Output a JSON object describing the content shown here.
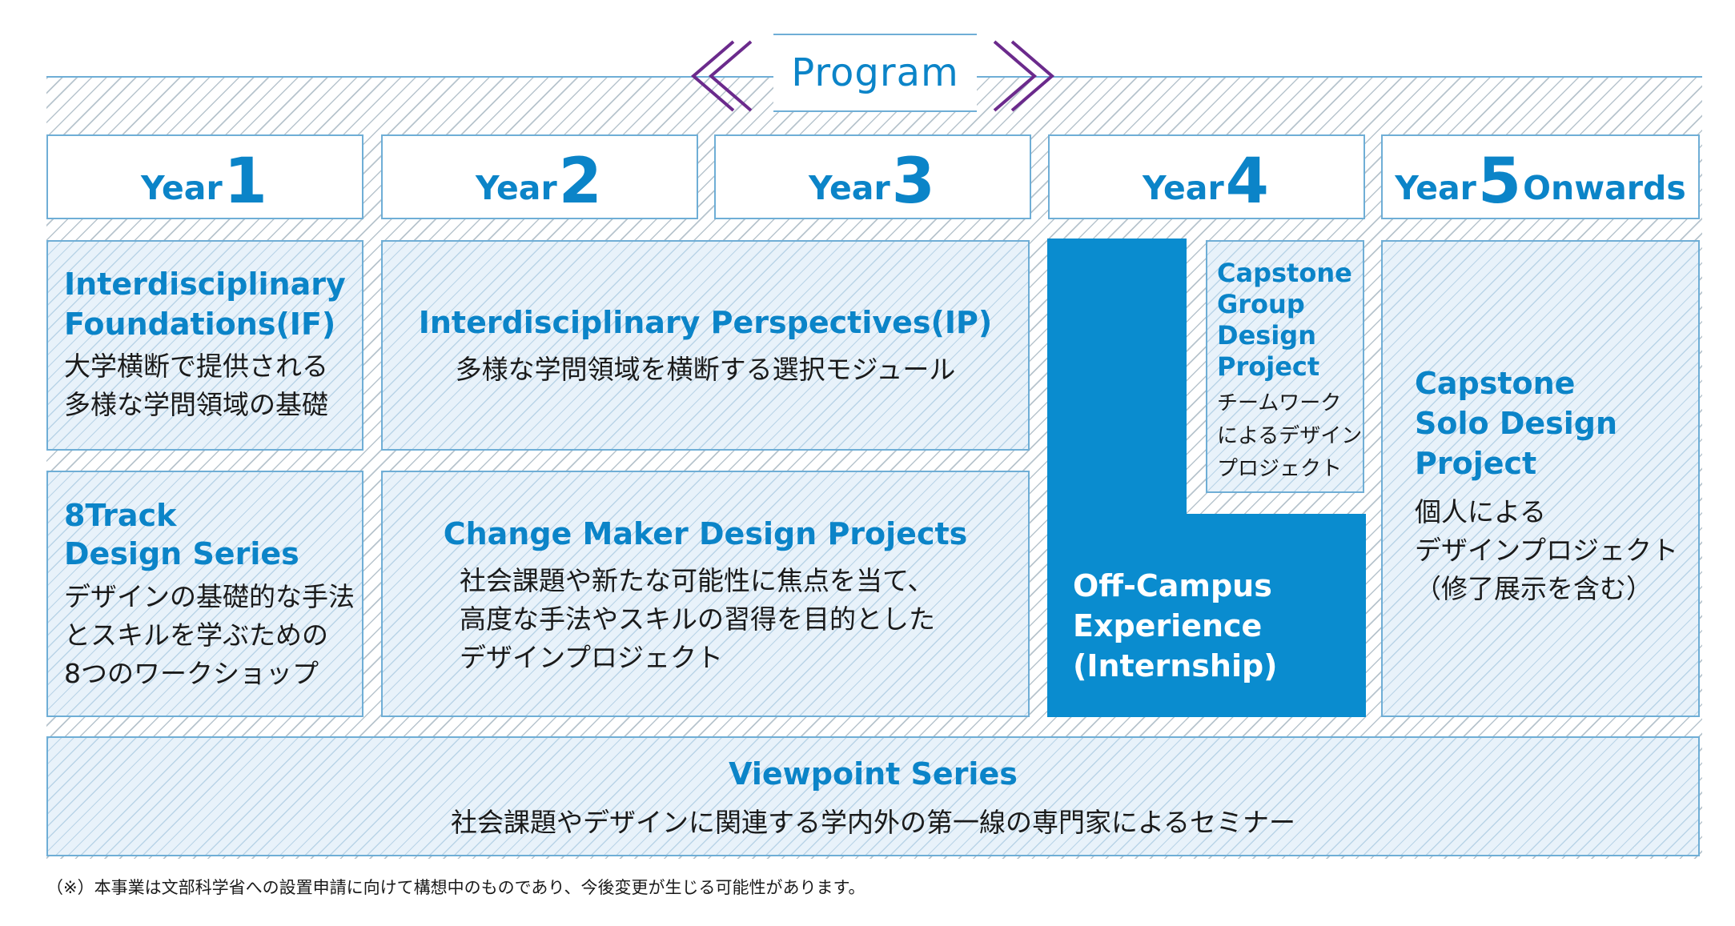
{
  "header": {
    "title": "Program"
  },
  "years": [
    {
      "word": "Year",
      "num": "1",
      "suffix": ""
    },
    {
      "word": "Year",
      "num": "2",
      "suffix": ""
    },
    {
      "word": "Year",
      "num": "3",
      "suffix": ""
    },
    {
      "word": "Year",
      "num": "4",
      "suffix": ""
    },
    {
      "word": "Year",
      "num": "5",
      "suffix": "Onwards"
    }
  ],
  "modules": {
    "if": {
      "title": "Interdisciplinary\nFoundations(IF)",
      "desc": "大学横断で提供される\n多様な学問領域の基礎"
    },
    "ip": {
      "title": "Interdisciplinary Perspectives(IP)",
      "desc": "多様な学問領域を横断する選択モジュール"
    },
    "track": {
      "title": "8Track\nDesign Series",
      "desc": "デザインの基礎的な手法\nとスキルを学ぶための\n8つのワークショップ"
    },
    "cmdp": {
      "title": "Change Maker Design Projects",
      "desc": "社会課題や新たな可能性に焦点を当て、\n高度な手法やスキルの習得を目的とした\nデザインプロジェクト"
    },
    "capstone_group": {
      "title": "Capstone\nGroup\nDesign\nProject",
      "desc": "チームワーク\nによるデザイン\nプロジェクト"
    },
    "off_campus": {
      "title": "Off-Campus\nExperience\n(Internship)"
    },
    "capstone_solo": {
      "title": "Capstone\nSolo Design\nProject",
      "desc": "個人による\nデザインプロジェクト\n（修了展示を含む）"
    },
    "viewpoint": {
      "title": "Viewpoint Series",
      "desc": "社会課題やデザインに関連する学内外の第一線の専門家によるセミナー"
    }
  },
  "footnote": "（※）本事業は文部科学省への設置申請に向けて構想中のものであり、今後変更が生じる可能性があります。",
  "colors": {
    "accent_blue": "#0b84c8",
    "solid_block": "#0a8ccf",
    "box_border": "#6faed6",
    "chevron_purple": "#6b2a8c"
  }
}
